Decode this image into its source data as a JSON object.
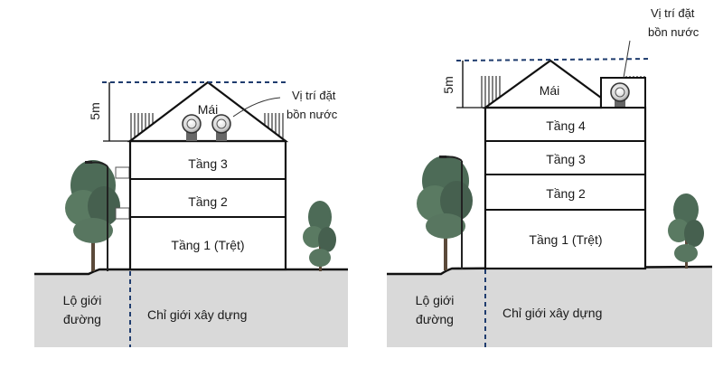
{
  "diagrams": [
    {
      "height_label": "5m",
      "roof_label": "Mái",
      "tank_label_line1": "Vị trí đặt",
      "tank_label_line2": "bồn nước",
      "floors": [
        "Tầng 3",
        "Tầng 2",
        "Tầng 1 (Trệt)"
      ],
      "road_line1": "Lộ giới",
      "road_line2": "đường",
      "setback_label": "Chỉ giới xây dựng"
    },
    {
      "height_label": "5m",
      "roof_label": "Mái",
      "tank_label_line1": "Vị trí đặt",
      "tank_label_line2": "bồn nước",
      "floors": [
        "Tầng 4",
        "Tầng 3",
        "Tầng 2",
        "Tầng 1 (Trệt)"
      ],
      "road_line1": "Lộ giới",
      "road_line2": "đường",
      "setback_label": "Chỉ giới xây dựng"
    }
  ],
  "colors": {
    "ground": "#d9d9d9",
    "dashed_line": "#1f3c6e",
    "tree": "#4d6b57"
  }
}
